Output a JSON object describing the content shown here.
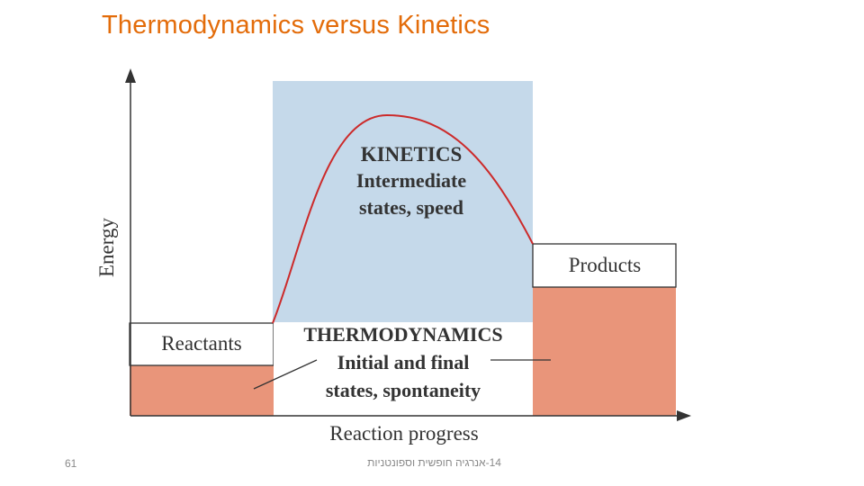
{
  "slide": {
    "title": "Thermodynamics versus Kinetics",
    "page_number": "61",
    "footer": "14-אנרגיה חופשית וספונטניות"
  },
  "diagram": {
    "y_axis_label": "Energy",
    "x_axis_label": "Reaction progress",
    "reactants_label": "Reactants",
    "products_label": "Products",
    "kinetics": {
      "heading": "KINETICS",
      "line1": "Intermediate",
      "line2": "states, speed"
    },
    "thermodynamics": {
      "heading": "THERMODYNAMICS",
      "line1": "Initial and final",
      "line2": "states, spontaneity"
    },
    "colors": {
      "kinetics_region": "#c5d9ea",
      "thermo_region": "#e9957a",
      "curve": "#cc2a2a",
      "title": "#e36c0a"
    }
  }
}
